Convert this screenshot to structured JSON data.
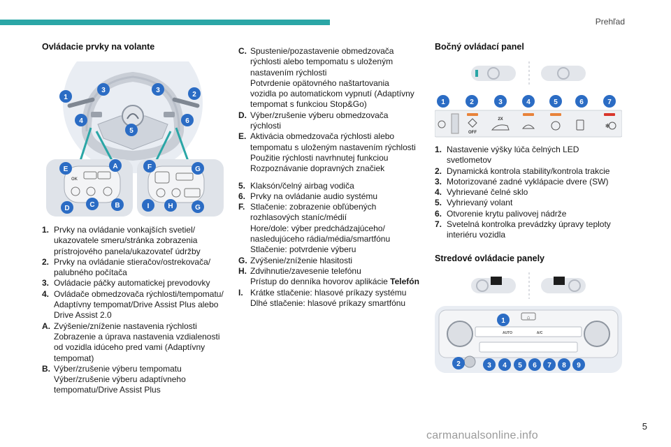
{
  "header": {
    "label": "Prehľad"
  },
  "page_number": "5",
  "watermark": "carmanualsonline.info",
  "steering": {
    "title": "Ovládacie prvky na volante",
    "badges": [
      "1",
      "3",
      "3",
      "2",
      "4",
      "5",
      "6",
      "E",
      "A",
      "F",
      "G",
      "D",
      "C",
      "B",
      "I",
      "H",
      "G"
    ],
    "left_button_labels": [
      "OK"
    ],
    "items": [
      {
        "key": "1.",
        "lines": [
          "Prvky na ovládanie vonkajších svetiel/",
          "ukazovatele smeru/stránka zobrazenia",
          "prístrojového panela/ukazovateľ údržby"
        ]
      },
      {
        "key": "2.",
        "lines": [
          "Prvky na ovládanie stieračov/ostrekovača/",
          "palubného počítača"
        ]
      },
      {
        "key": "3.",
        "lines": [
          "Ovládacie páčky automatickej prevodovky"
        ]
      },
      {
        "key": "4.",
        "lines": [
          "Ovládače obmedzovača rýchlosti/tempomatu/",
          "Adaptívny tempomat/Drive Assist Plus alebo",
          "Drive Assist 2.0"
        ]
      },
      {
        "key": "A.",
        "lines": [
          "Zvýšenie/zníženie nastavenia rýchlosti",
          "Zobrazenie a úprava nastavenia vzdialenosti",
          "od vozidla idúceho pred vami (Adaptívny",
          "tempomat)"
        ]
      },
      {
        "key": "B.",
        "lines": [
          "Výber/zrušenie výberu tempomatu",
          "Výber/zrušenie výberu adaptívneho",
          "tempomatu/Drive Assist Plus"
        ]
      }
    ]
  },
  "middle_items": [
    {
      "key": "C.",
      "lines": [
        "Spustenie/pozastavenie obmedzovača",
        "rýchlosti alebo tempomatu s uloženým",
        "nastavením rýchlosti",
        "Potvrdenie opätovného naštartovania",
        "vozidla po automatickom vypnutí (Adaptívny",
        "tempomat s funkciou Stop&Go)"
      ]
    },
    {
      "key": "D.",
      "lines": [
        "Výber/zrušenie výberu obmedzovača",
        "rýchlosti"
      ]
    },
    {
      "key": "E.",
      "lines": [
        "Aktivácia obmedzovača rýchlosti alebo",
        "tempomatu s uloženým nastavením rýchlosti",
        "Použitie rýchlosti navrhnutej funkciou",
        "Rozpoznávanie dopravných značiek"
      ]
    }
  ],
  "middle_items_2": [
    {
      "key": "5.",
      "lines": [
        "Klaksón/čelný airbag vodiča"
      ]
    },
    {
      "key": "6.",
      "lines": [
        "Prvky na ovládanie audio systému"
      ]
    },
    {
      "key": "F.",
      "lines": [
        "Stlačenie: zobrazenie obľúbených",
        "rozhlasových staníc/médií",
        "Hore/dole: výber predchádzajúceho/",
        "nasledujúceho rádia/média/smartfónu",
        "Stlačenie: potvrdenie výberu"
      ]
    },
    {
      "key": "G.",
      "lines": [
        "Zvýšenie/zníženie hlasitosti"
      ]
    },
    {
      "key": "H.",
      "lines": [
        "Zdvihnutie/zavesenie telefónu"
      ],
      "extra_prefix": "Prístup do denníka hovorov aplikácie ",
      "extra_bold": "Telefón"
    },
    {
      "key": "I.",
      "lines": [
        "Krátke stlačenie: hlasové príkazy systému",
        "Dlhé stlačenie: hlasové príkazy smartfónu"
      ]
    }
  ],
  "side_panel": {
    "title": "Bočný ovládací panel",
    "badges": [
      "1",
      "2",
      "3",
      "4",
      "5",
      "6",
      "7"
    ],
    "button_text": {
      "off": "OFF",
      "twox": "2X"
    },
    "items": [
      {
        "key": "1.",
        "lines": [
          "Nastavenie výšky lúča čelných LED",
          "svetlometov"
        ]
      },
      {
        "key": "2.",
        "lines": [
          "Dynamická kontrola stability/kontrola trakcie"
        ]
      },
      {
        "key": "3.",
        "lines": [
          "Motorizované zadné vyklápacie dvere (SW)"
        ]
      },
      {
        "key": "4.",
        "lines": [
          "Vyhrievané čelné sklo"
        ]
      },
      {
        "key": "5.",
        "lines": [
          "Vyhrievaný volant"
        ]
      },
      {
        "key": "6.",
        "lines": [
          "Otvorenie krytu palivovej nádrže"
        ]
      },
      {
        "key": "7.",
        "lines": [
          "Svetelná kontrolka prevádzky úpravy teploty",
          "interiéru vozidla"
        ]
      }
    ]
  },
  "center_panel": {
    "title": "Stredové ovládacie panely",
    "badges": [
      "1",
      "2",
      "3",
      "4",
      "5",
      "6",
      "7",
      "8",
      "9"
    ],
    "button_text": {
      "auto": "AUTO",
      "ac": "A/C"
    }
  },
  "colors": {
    "accent": "#2aa6a6",
    "badge": "#2b6cc4",
    "orange": "#e8833a",
    "red": "#d9362b"
  }
}
